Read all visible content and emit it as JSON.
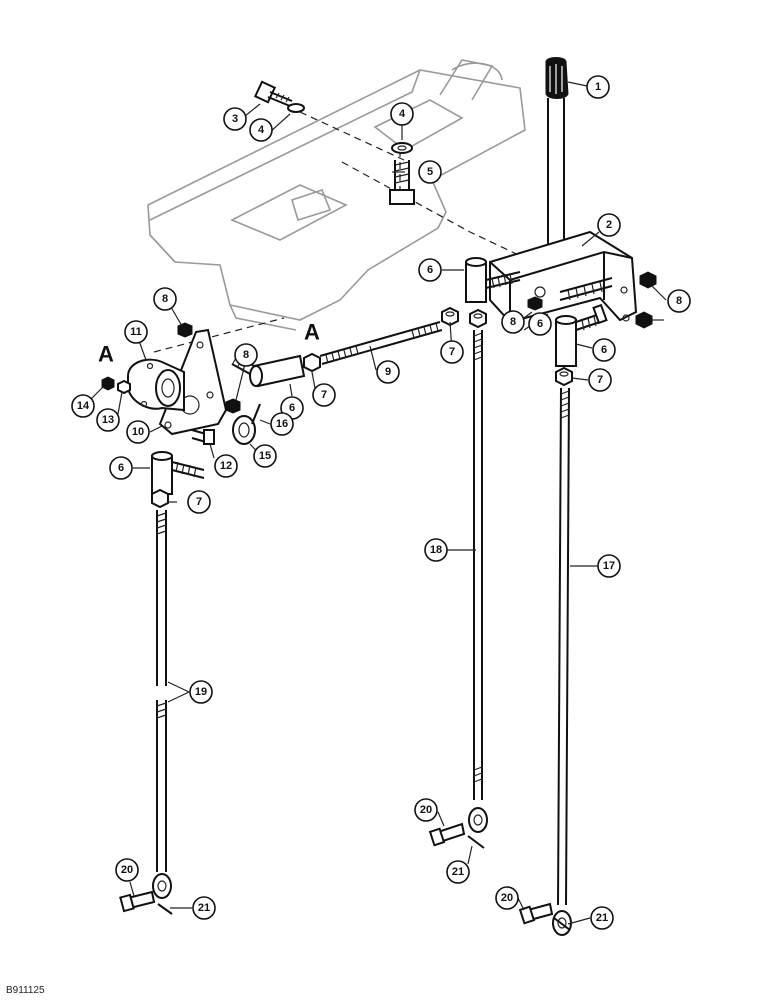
{
  "figure_code": "B911125",
  "section_marker": "A",
  "callouts": [
    "1",
    "2",
    "3",
    "4",
    "4",
    "5",
    "6",
    "6",
    "6",
    "6",
    "6",
    "7",
    "7",
    "7",
    "7",
    "8",
    "8",
    "8",
    "8",
    "9",
    "10",
    "11",
    "12",
    "13",
    "14",
    "15",
    "16",
    "17",
    "18",
    "19",
    "20",
    "20",
    "20",
    "21",
    "21",
    "21"
  ]
}
